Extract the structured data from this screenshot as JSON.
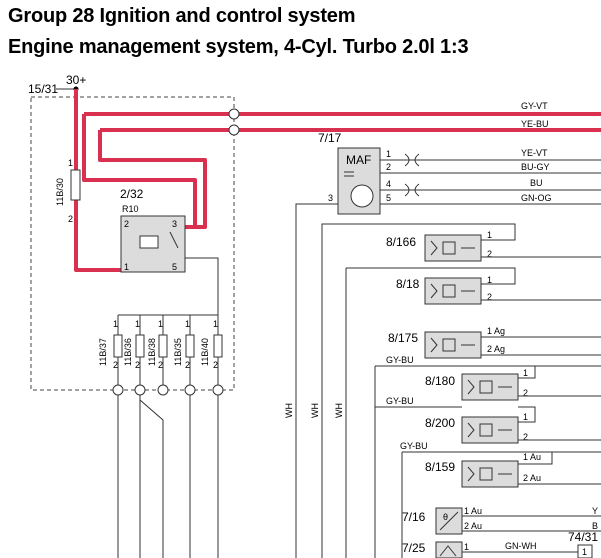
{
  "titles": {
    "line1": "Group 28 Ignition and control system",
    "line2": "Engine management system, 4-Cyl. Turbo 2.0l 1:3"
  },
  "supply": {
    "label_15_31": "15/31",
    "label_30plus": "30+"
  },
  "main_wires": {
    "top": "GY-VT",
    "second": "YE-BU"
  },
  "fuse_11b30": {
    "label": "11B/30",
    "pin_top": "1",
    "pin_bottom": "2"
  },
  "relay": {
    "id": "2/32",
    "name": "R10",
    "pins": [
      "2",
      "3",
      "1",
      "5"
    ]
  },
  "maf": {
    "id": "7/17",
    "label": "MAF",
    "pins": [
      "1",
      "2",
      "4",
      "5",
      "3"
    ],
    "wires": [
      "YE-VT",
      "BU-GY",
      "BU",
      "GN-OG"
    ]
  },
  "fuses": [
    {
      "label": "11B/37",
      "p1": "1",
      "p2": "2"
    },
    {
      "label": "11B/36",
      "p1": "1",
      "p2": "2"
    },
    {
      "label": "11B/38",
      "p1": "1",
      "p2": "2"
    },
    {
      "label": "11B/35",
      "p1": "1",
      "p2": "2"
    },
    {
      "label": "11B/40",
      "p1": "1",
      "p2": "2"
    }
  ],
  "wh_labels": [
    "WH",
    "WH",
    "WH"
  ],
  "injectors": [
    {
      "id": "8/166",
      "pin1": "1",
      "pin2": "2"
    },
    {
      "id": "8/18",
      "pin1": "1",
      "pin2": "2"
    },
    {
      "id": "8/175",
      "pin1": "1 Ag",
      "pin2": "2 Ag"
    }
  ],
  "valves": [
    {
      "id": "8/180",
      "pin1": "1",
      "pin2": "2"
    },
    {
      "id": "8/200",
      "pin1": "1",
      "pin2": "2"
    },
    {
      "id": "8/159",
      "pin1": "1 Au",
      "pin2": "2 Au"
    }
  ],
  "gybu_labels": [
    "GY-BU",
    "GY-BU",
    "GY-BU"
  ],
  "sensor_716": {
    "id": "7/16",
    "pin1": "1 Au",
    "pin2": "2 Au",
    "right1": "Y",
    "right2": "B"
  },
  "sensor_725": {
    "id": "7/25",
    "pin1": "1",
    "wire": "GN-WH",
    "conn_id": "74/31",
    "conn_pin": "1"
  }
}
